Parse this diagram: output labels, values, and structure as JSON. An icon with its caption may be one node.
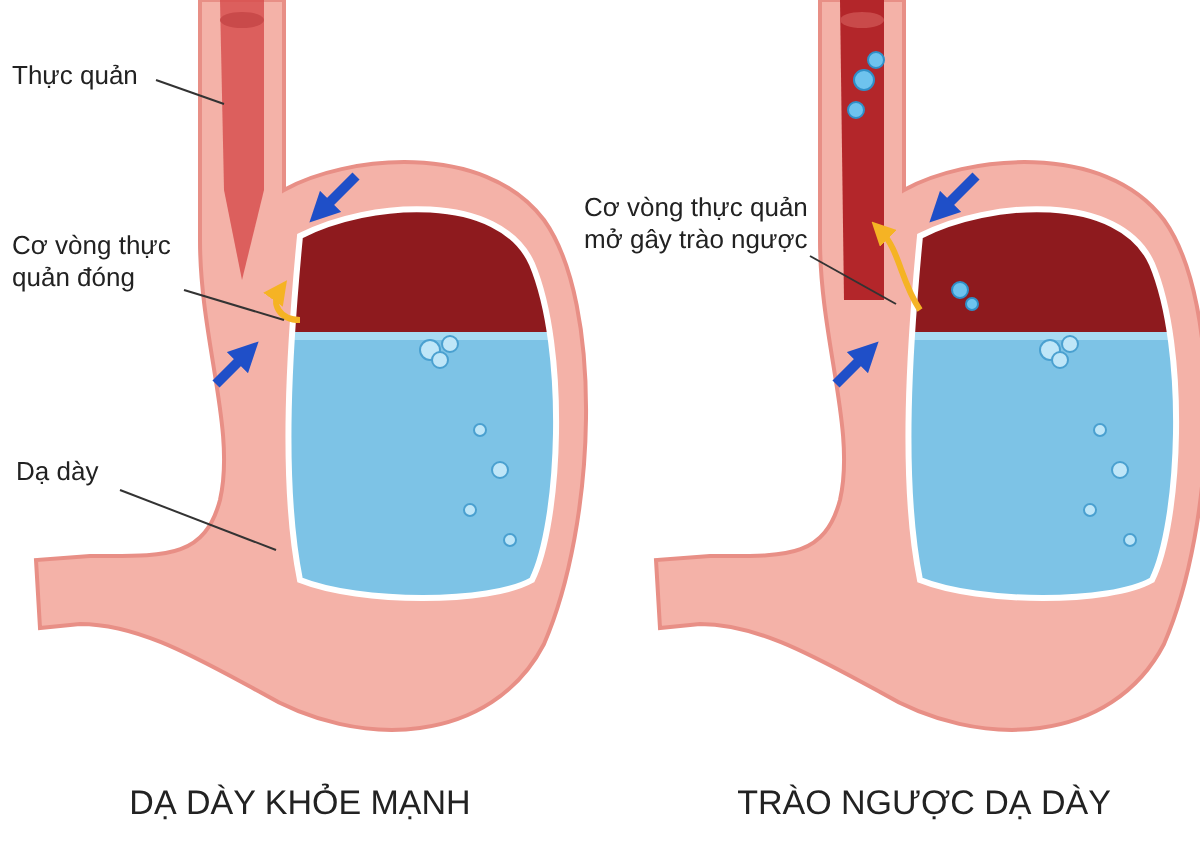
{
  "diagram": {
    "nodes": [
      {
        "text": [
          "Thực quản"
        ]
      },
      {
        "text": [
          "Cơ vòng thực quản đóng"
        ]
      },
      {
        "text": [
          "Dạ dày"
        ]
      },
      {
        "text": [
          "Cơ vòng thực quản mở gây trào ngược"
        ]
      }
    ],
    "edges": [
      {
        "from": 0,
        "to": null,
        "arrow": "none"
      },
      {
        "from": 1,
        "to": null,
        "arrow": "none"
      },
      {
        "from": 2,
        "to": null,
        "arrow": "none"
      },
      {
        "from": 3,
        "to": null,
        "arrow": "none"
      }
    ],
    "labels": [
      "DẠ DÀY KHỎE MẠNH",
      "TRÀO NGƯỢC DẠ DÀY"
    ]
  }
}
